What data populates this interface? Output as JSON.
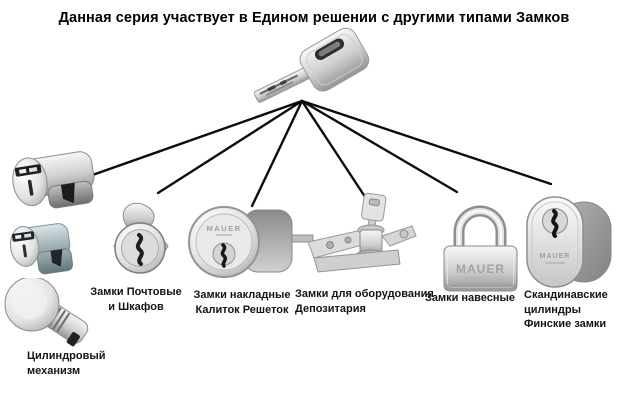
{
  "title": "Данная серия участвует в Едином решении с другими типами Замков",
  "brand": "MAUER",
  "hub": {
    "icon": "key-icon"
  },
  "nodes": [
    {
      "id": "cylinder-mechanism",
      "label_lines": [
        "Цилиндровый",
        "механизм"
      ]
    },
    {
      "id": "mail-cabinet-locks",
      "label_lines": [
        "Замки Почтовые",
        "и Шкафов"
      ]
    },
    {
      "id": "rim-gate-grill-locks",
      "label_lines": [
        "Замки накладные",
        "Калиток Решеток"
      ]
    },
    {
      "id": "deposit-equipment-locks",
      "label_lines": [
        "Замки для оборудования",
        "Депозитария"
      ]
    },
    {
      "id": "padlocks",
      "label_lines": [
        "Замки навесные"
      ]
    },
    {
      "id": "scandinavian-cylinders",
      "label_lines": [
        "Скандинавские",
        "цилиндры",
        "Финские замки"
      ]
    }
  ]
}
